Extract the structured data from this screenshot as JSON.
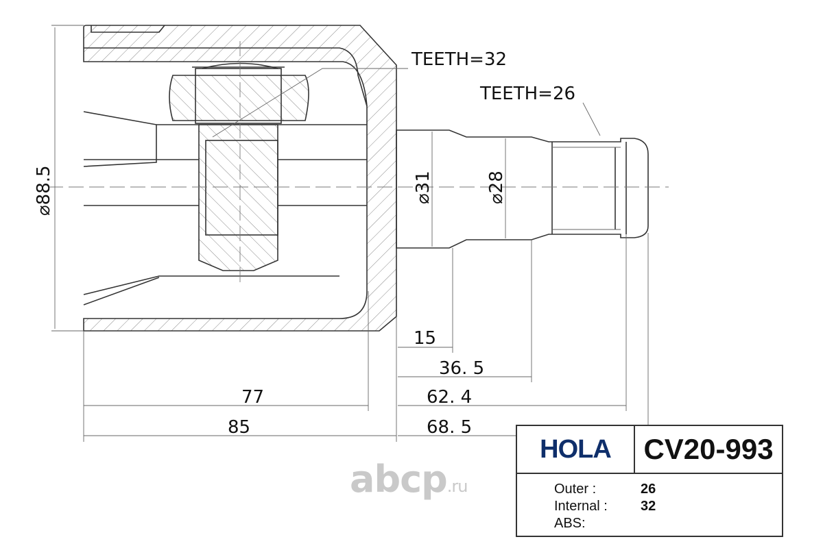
{
  "drawing": {
    "teeth_internal_label": "TEETH=32",
    "teeth_outer_label": "TEETH=26",
    "dia_housing": "⌀88.5",
    "dia_neck": "⌀31",
    "dia_spline": "⌀28",
    "dims": {
      "d15": "15",
      "d36_5": "36. 5",
      "d77": "77",
      "d62_4": "62. 4",
      "d85": "85",
      "d68_5": "68. 5"
    }
  },
  "title_block": {
    "brand": "HOLA",
    "part_number": "CV20-993",
    "rows": [
      {
        "label": "Outer :",
        "value": "26"
      },
      {
        "label": "Internal :",
        "value": "32"
      },
      {
        "label": "ABS:",
        "value": ""
      }
    ]
  },
  "watermark": {
    "main": "abcp",
    "suffix": ".ru"
  }
}
